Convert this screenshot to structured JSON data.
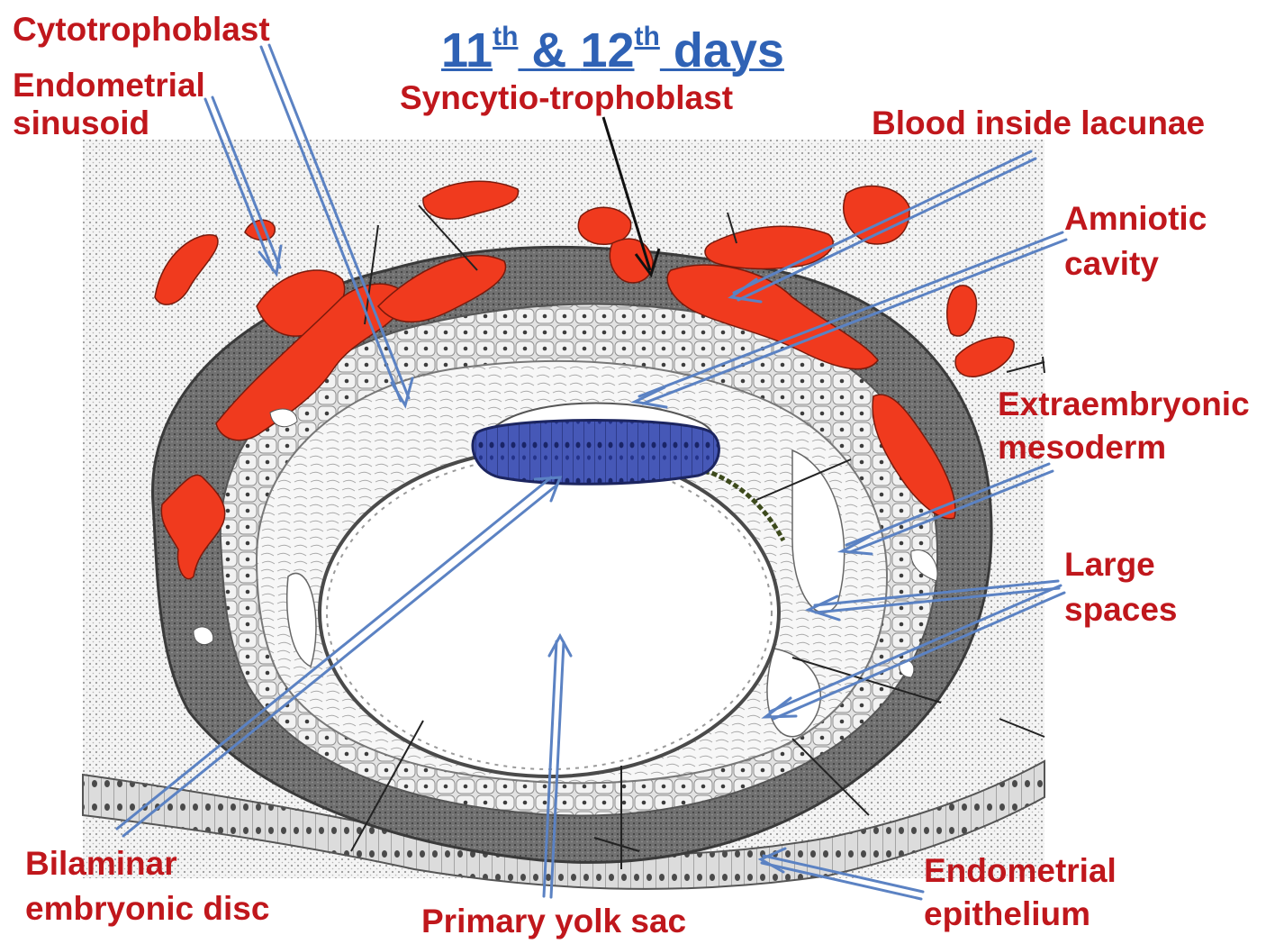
{
  "title": {
    "num1": "11",
    "sup1": "th",
    "amp": " & ",
    "num2": "12",
    "sup2": "th",
    "word": " days"
  },
  "labels": {
    "cytotrophoblast": "Cytotrophoblast",
    "endometrial_sinusoid_1": "Endometrial",
    "endometrial_sinusoid_2": "sinusoid",
    "syncytiotrophoblast": "Syncytio-trophoblast",
    "blood_inside_lacunae": "Blood inside lacunae",
    "amniotic_cavity_1": "Amniotic",
    "amniotic_cavity_2": "cavity",
    "extraembryonic_mesoderm_1": "Extraembryonic",
    "extraembryonic_mesoderm_2": "mesoderm",
    "large_spaces_1": "Large",
    "large_spaces_2": "spaces",
    "bilaminar_disc_1": "Bilaminar",
    "bilaminar_disc_2": "embryonic disc",
    "primary_yolk_sac": "Primary yolk sac",
    "endometrial_epithelium_1": "Endometrial",
    "endometrial_epithelium_2": "epithelium"
  },
  "colors": {
    "label_red": "#c0171c",
    "title_blue": "#2f62b5",
    "arrow_blue": "#5b82c3",
    "lacuna_red": "#f03a1e",
    "disc_blue": "#3f4fb0",
    "trophoblast_gray": "#6b6b6b"
  }
}
